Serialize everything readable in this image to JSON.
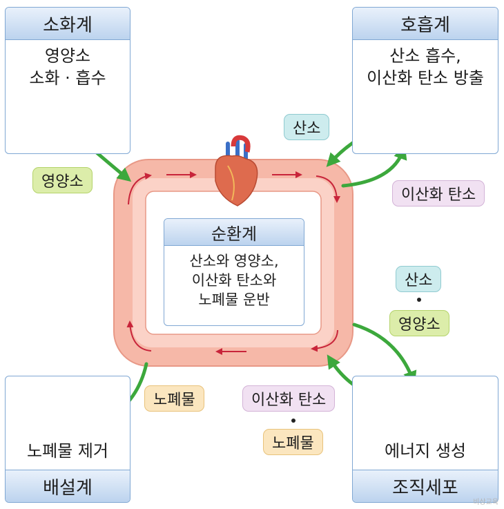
{
  "digestive": {
    "title": "소화계",
    "desc": "영양소\n소화 · 흡수"
  },
  "respiratory": {
    "title": "호흡계",
    "desc": "산소 흡수,\n이산화 탄소 방출"
  },
  "excretory": {
    "title": "배설계",
    "desc": "노폐물 제거"
  },
  "tissue": {
    "title": "조직세포",
    "desc": "에너지 생성"
  },
  "circulatory": {
    "title": "순환계",
    "desc": "산소와 영양소,\n이산화 탄소와\n노폐물 운반"
  },
  "tags": {
    "nutrient_in": "영양소",
    "oxygen_in": "산소",
    "co2_out": "이산화 탄소",
    "oxygen_to_cell": "산소",
    "nutrient_to_cell": "영양소",
    "waste_out": "노폐물",
    "co2_from_cell": "이산화 탄소",
    "waste_from_cell": "노폐물"
  },
  "watermark": "비상교육",
  "colors": {
    "header_gradient_top": "#e9f1fb",
    "header_gradient_bottom": "#bcd3ee",
    "box_border": "#7fa7d3",
    "vessel": "#f4b3a4",
    "flow_arrow": "#c8243a",
    "transfer_arrow": "#3ca83c"
  }
}
